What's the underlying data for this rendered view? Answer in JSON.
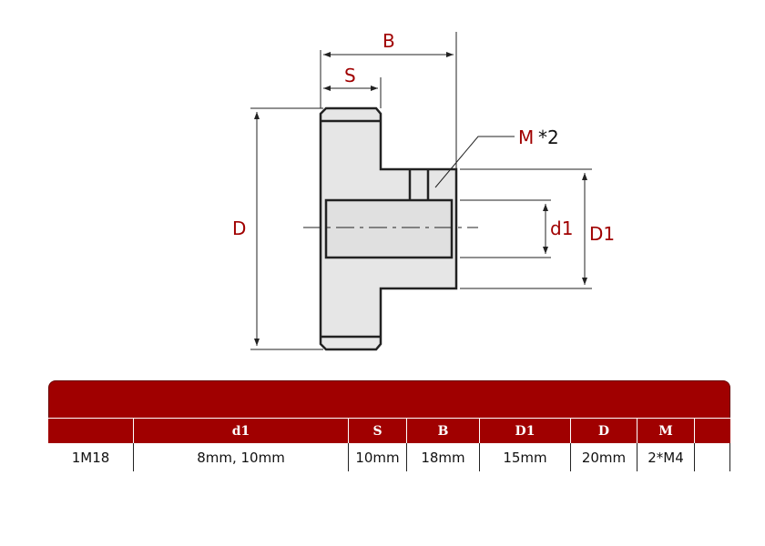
{
  "drawing": {
    "labels": {
      "B": "B",
      "S": "S",
      "D": "D",
      "D1": "D1",
      "d1": "d1",
      "M": "M",
      "M_suffix": "*2"
    }
  },
  "table": {
    "headers": [
      "",
      "d1",
      "S",
      "B",
      "D1",
      "D",
      "M",
      ""
    ],
    "rows": [
      [
        "1M18",
        "8mm, 10mm",
        "10mm",
        "18mm",
        "15mm",
        "20mm",
        "2*M4",
        ""
      ]
    ]
  },
  "colors": {
    "accent": "#a00000"
  }
}
